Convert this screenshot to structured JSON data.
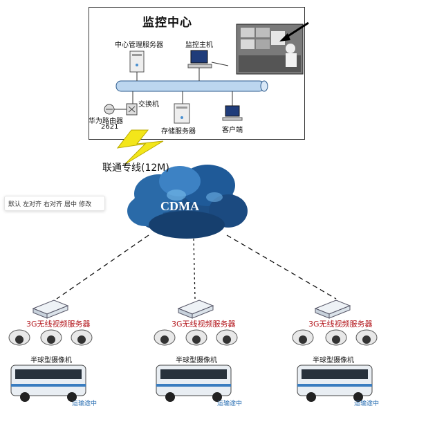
{
  "center": {
    "title": "监控中心",
    "mgmt_server_label": "中心管理服务器",
    "host_label": "监控主机",
    "switch_label": "交换机",
    "router_label_1": "华为路由器",
    "router_label_2": "2621",
    "storage_label": "存储服务器",
    "client_label": "客户端"
  },
  "link_label": "联通专线(12M)",
  "cloud_label": "CDMA",
  "toolbar": {
    "items": [
      "默认",
      "左对齐",
      "右对齐",
      "居中",
      "修改"
    ]
  },
  "sites": [
    {
      "server_label": "3G无线视频服务器",
      "camera_label": "半球型摄像机",
      "bus_label": "运输途中"
    },
    {
      "server_label": "3G无线视频服务器",
      "camera_label": "半球型摄像机",
      "bus_label": "运输途中"
    },
    {
      "server_label": "3G无线视频服务器",
      "camera_label": "半球型摄像机",
      "bus_label": "运输途中"
    }
  ],
  "colors": {
    "cloud": "#1d4f86",
    "lightning": "#f3e61a",
    "label_red": "#b3161c",
    "label_blue": "#2a6fb3"
  }
}
